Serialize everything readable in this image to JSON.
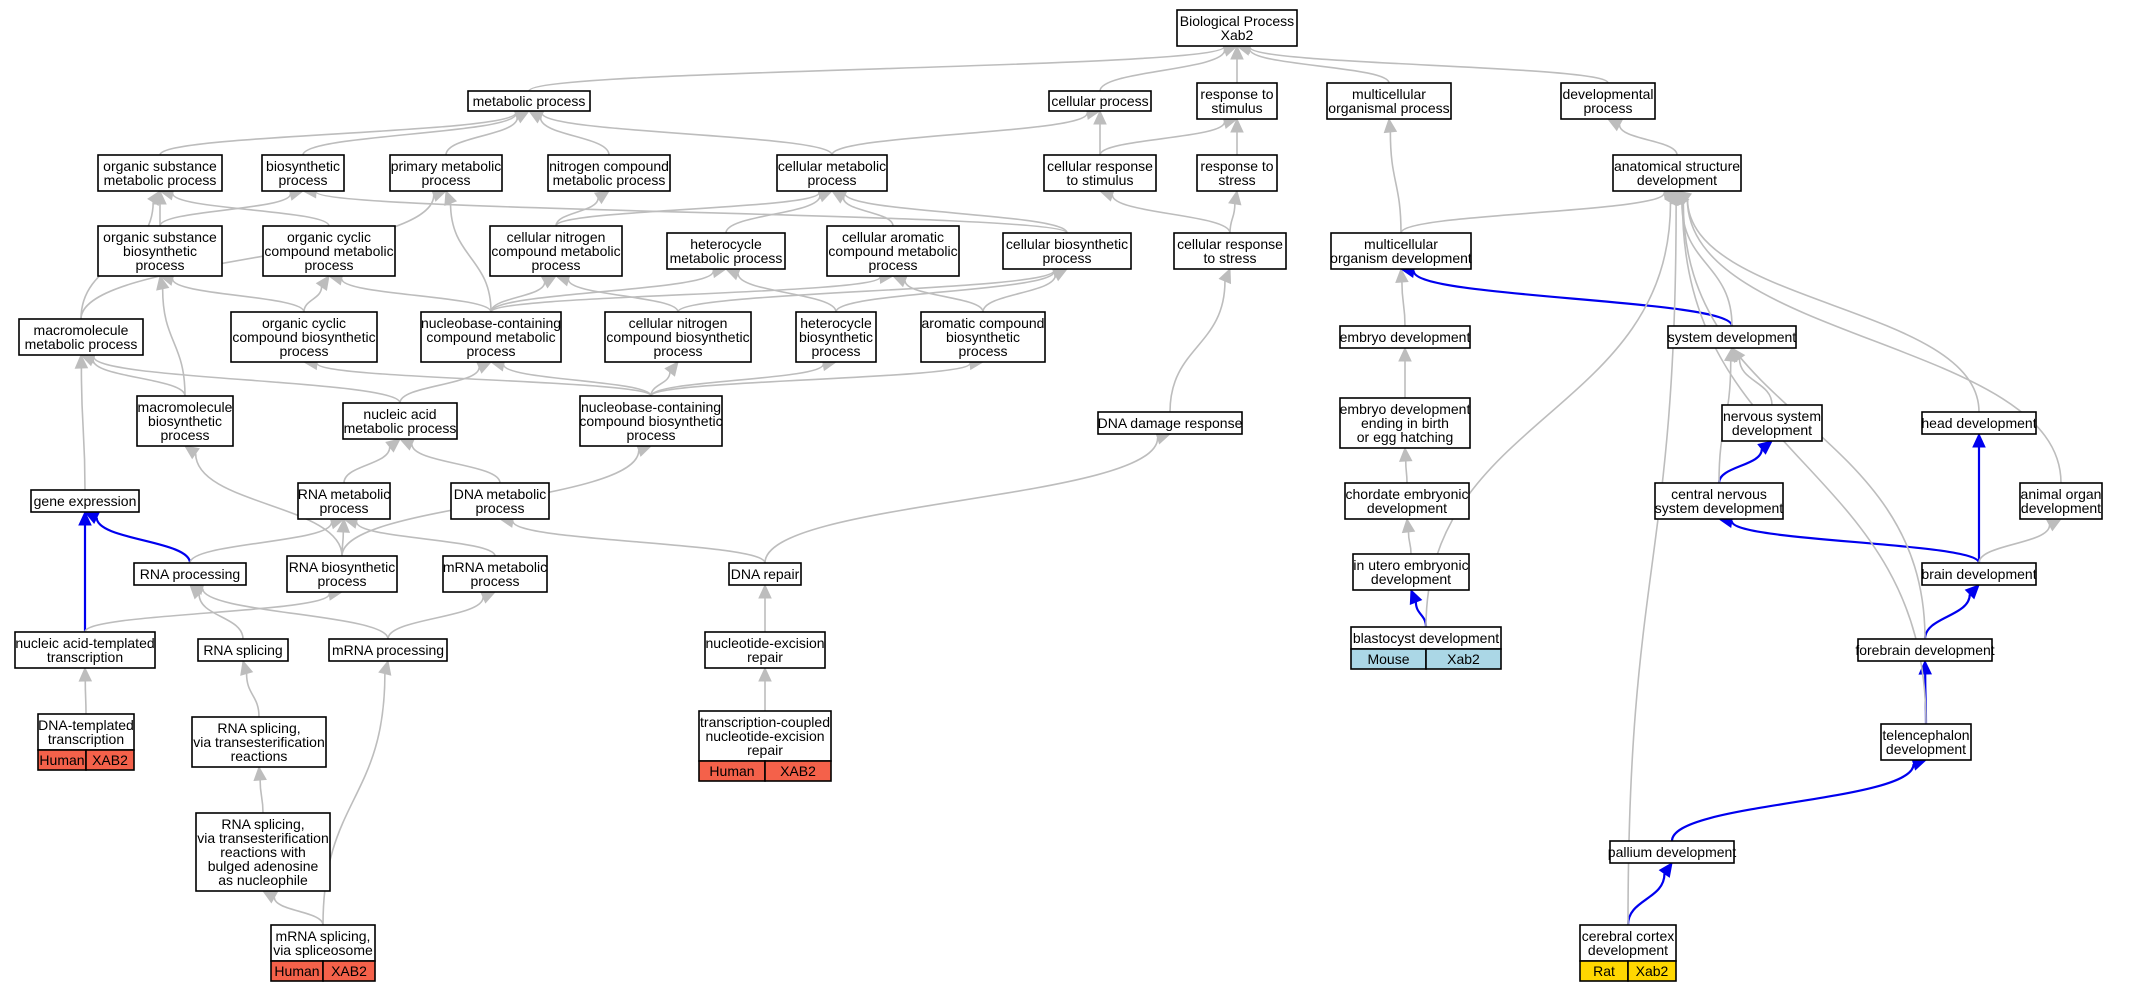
{
  "colors": {
    "gray_edge": "#bdbdbd",
    "blue_edge": "#0000ee",
    "human": "#f4614a",
    "mouse": "#abd7e6",
    "rat": "#ffd700"
  },
  "nodes": [
    {
      "id": "bp",
      "lines": [
        "Biological Process",
        "Xab2"
      ]
    },
    {
      "id": "metabolic",
      "lines": [
        "metabolic process"
      ]
    },
    {
      "id": "cellular",
      "lines": [
        "cellular process"
      ]
    },
    {
      "id": "response_stimulus",
      "lines": [
        "response to",
        "stimulus"
      ]
    },
    {
      "id": "multicellular_org_proc",
      "lines": [
        "multicellular",
        "organismal process"
      ]
    },
    {
      "id": "developmental",
      "lines": [
        "developmental",
        "process"
      ]
    },
    {
      "id": "org_subst_metab",
      "lines": [
        "organic substance",
        "metabolic process"
      ]
    },
    {
      "id": "biosynthetic",
      "lines": [
        "biosynthetic",
        "process"
      ]
    },
    {
      "id": "primary_metab",
      "lines": [
        "primary metabolic",
        "process"
      ]
    },
    {
      "id": "nitrogen_compound",
      "lines": [
        "nitrogen compound",
        "metabolic process"
      ]
    },
    {
      "id": "cellular_metab",
      "lines": [
        "cellular metabolic",
        "process"
      ]
    },
    {
      "id": "cell_resp_stimulus",
      "lines": [
        "cellular response",
        "to stimulus"
      ]
    },
    {
      "id": "response_stress",
      "lines": [
        "response to",
        "stress"
      ]
    },
    {
      "id": "anat_struct_dev",
      "lines": [
        "anatomical structure",
        "development"
      ]
    },
    {
      "id": "org_subst_biosyn",
      "lines": [
        "organic substance",
        "biosynthetic",
        "process"
      ]
    },
    {
      "id": "org_cyclic_metab",
      "lines": [
        "organic cyclic",
        "compound metabolic",
        "process"
      ]
    },
    {
      "id": "cell_nitrogen_metab",
      "lines": [
        "cellular nitrogen",
        "compound metabolic",
        "process"
      ]
    },
    {
      "id": "heterocycle_metab",
      "lines": [
        "heterocycle",
        "metabolic process"
      ]
    },
    {
      "id": "cell_aromatic_metab",
      "lines": [
        "cellular aromatic",
        "compound metabolic",
        "process"
      ]
    },
    {
      "id": "cell_biosyn",
      "lines": [
        "cellular biosynthetic",
        "process"
      ]
    },
    {
      "id": "cell_resp_stress",
      "lines": [
        "cellular response",
        "to stress"
      ]
    },
    {
      "id": "multicell_org_dev",
      "lines": [
        "multicellular",
        "organism development"
      ]
    },
    {
      "id": "macromol_metab",
      "lines": [
        "macromolecule",
        "metabolic process"
      ]
    },
    {
      "id": "org_cyclic_biosyn",
      "lines": [
        "organic cyclic",
        "compound biosynthetic",
        "process"
      ]
    },
    {
      "id": "nucleobase_metab",
      "lines": [
        "nucleobase-containing",
        "compound metabolic",
        "process"
      ]
    },
    {
      "id": "cell_nitrogen_biosyn",
      "lines": [
        "cellular nitrogen",
        "compound biosynthetic",
        "process"
      ]
    },
    {
      "id": "heterocycle_biosyn",
      "lines": [
        "heterocycle",
        "biosynthetic",
        "process"
      ]
    },
    {
      "id": "aromatic_biosyn",
      "lines": [
        "aromatic compound",
        "biosynthetic",
        "process"
      ]
    },
    {
      "id": "embryo_dev",
      "lines": [
        "embryo development"
      ]
    },
    {
      "id": "system_dev",
      "lines": [
        "system development"
      ]
    },
    {
      "id": "macromol_biosyn",
      "lines": [
        "macromolecule",
        "biosynthetic",
        "process"
      ]
    },
    {
      "id": "nucleic_acid_metab",
      "lines": [
        "nucleic acid",
        "metabolic process"
      ]
    },
    {
      "id": "nucleobase_biosyn",
      "lines": [
        "nucleobase-containing",
        "compound biosynthetic",
        "process"
      ]
    },
    {
      "id": "dna_damage",
      "lines": [
        "DNA damage response"
      ]
    },
    {
      "id": "embryo_dev_birth",
      "lines": [
        "embryo development",
        "ending in birth",
        "or egg hatching"
      ]
    },
    {
      "id": "nervous_sys_dev",
      "lines": [
        "nervous system",
        "development"
      ]
    },
    {
      "id": "head_dev",
      "lines": [
        "head development"
      ]
    },
    {
      "id": "gene_expression",
      "lines": [
        "gene expression"
      ]
    },
    {
      "id": "rna_metab",
      "lines": [
        "RNA metabolic",
        "process"
      ]
    },
    {
      "id": "dna_metab",
      "lines": [
        "DNA metabolic",
        "process"
      ]
    },
    {
      "id": "chordate_embryonic",
      "lines": [
        "chordate embryonic",
        "development"
      ]
    },
    {
      "id": "cns_dev",
      "lines": [
        "central nervous",
        "system development"
      ]
    },
    {
      "id": "animal_organ_dev",
      "lines": [
        "animal organ",
        "development"
      ]
    },
    {
      "id": "rna_processing",
      "lines": [
        "RNA processing"
      ]
    },
    {
      "id": "rna_biosyn",
      "lines": [
        "RNA biosynthetic",
        "process"
      ]
    },
    {
      "id": "mrna_metab",
      "lines": [
        "mRNA metabolic",
        "process"
      ]
    },
    {
      "id": "dna_repair",
      "lines": [
        "DNA repair"
      ]
    },
    {
      "id": "in_utero",
      "lines": [
        "in utero embryonic",
        "development"
      ]
    },
    {
      "id": "brain_dev",
      "lines": [
        "brain development"
      ]
    },
    {
      "id": "nucleic_templated",
      "lines": [
        "nucleic acid-templated",
        "transcription"
      ]
    },
    {
      "id": "rna_splicing",
      "lines": [
        "RNA splicing"
      ]
    },
    {
      "id": "mrna_processing",
      "lines": [
        "mRNA processing"
      ]
    },
    {
      "id": "nucleotide_excision",
      "lines": [
        "nucleotide-excision",
        "repair"
      ]
    },
    {
      "id": "blastocyst",
      "lines": [
        "blastocyst development"
      ],
      "annotation": {
        "species": "Mouse",
        "gene": "Xab2",
        "color": "#abd7e6"
      }
    },
    {
      "id": "forebrain_dev",
      "lines": [
        "forebrain development"
      ]
    },
    {
      "id": "dna_templated",
      "lines": [
        "DNA-templated",
        "transcription"
      ],
      "annotation": {
        "species": "Human",
        "gene": "XAB2",
        "color": "#f4614a"
      }
    },
    {
      "id": "rna_splicing_trans",
      "lines": [
        "RNA splicing,",
        "via transesterification",
        "reactions"
      ]
    },
    {
      "id": "tc_ner",
      "lines": [
        "transcription-coupled",
        "nucleotide-excision",
        "repair"
      ],
      "annotation": {
        "species": "Human",
        "gene": "XAB2",
        "color": "#f4614a"
      }
    },
    {
      "id": "telencephalon_dev",
      "lines": [
        "telencephalon",
        "development"
      ]
    },
    {
      "id": "rna_splicing_bulged",
      "lines": [
        "RNA splicing,",
        "via transesterification",
        "reactions with",
        "bulged adenosine",
        "as nucleophile"
      ]
    },
    {
      "id": "pallium_dev",
      "lines": [
        "pallium development"
      ]
    },
    {
      "id": "mrna_splicing",
      "lines": [
        "mRNA splicing,",
        "via spliceosome"
      ],
      "annotation": {
        "species": "Human",
        "gene": "XAB2",
        "color": "#f4614a"
      }
    },
    {
      "id": "cerebral_cortex_dev",
      "lines": [
        "cerebral cortex",
        "development"
      ],
      "annotation": {
        "species": "Rat",
        "gene": "Xab2",
        "color": "#ffd700"
      }
    }
  ],
  "edges": [
    {
      "from": "metabolic",
      "to": "bp",
      "color": "gray"
    },
    {
      "from": "cellular",
      "to": "bp",
      "color": "gray"
    },
    {
      "from": "response_stimulus",
      "to": "bp",
      "color": "gray"
    },
    {
      "from": "multicellular_org_proc",
      "to": "bp",
      "color": "gray"
    },
    {
      "from": "developmental",
      "to": "bp",
      "color": "gray"
    },
    {
      "from": "org_subst_metab",
      "to": "metabolic",
      "color": "gray"
    },
    {
      "from": "biosynthetic",
      "to": "metabolic",
      "color": "gray"
    },
    {
      "from": "primary_metab",
      "to": "metabolic",
      "color": "gray"
    },
    {
      "from": "nitrogen_compound",
      "to": "metabolic",
      "color": "gray"
    },
    {
      "from": "cellular_metab",
      "to": "metabolic",
      "color": "gray"
    },
    {
      "from": "cellular_metab",
      "to": "cellular",
      "color": "gray"
    },
    {
      "from": "cell_resp_stimulus",
      "to": "cellular",
      "color": "gray"
    },
    {
      "from": "cell_resp_stimulus",
      "to": "response_stimulus",
      "color": "gray"
    },
    {
      "from": "response_stress",
      "to": "response_stimulus",
      "color": "gray"
    },
    {
      "from": "anat_struct_dev",
      "to": "developmental",
      "color": "gray"
    },
    {
      "from": "org_subst_biosyn",
      "to": "org_subst_metab",
      "color": "gray"
    },
    {
      "from": "org_subst_biosyn",
      "to": "biosynthetic",
      "color": "gray"
    },
    {
      "from": "org_cyclic_metab",
      "to": "org_subst_metab",
      "color": "gray"
    },
    {
      "from": "cell_nitrogen_metab",
      "to": "nitrogen_compound",
      "color": "gray"
    },
    {
      "from": "cell_nitrogen_metab",
      "to": "cellular_metab",
      "color": "gray"
    },
    {
      "from": "heterocycle_metab",
      "to": "cellular_metab",
      "color": "gray"
    },
    {
      "from": "cell_aromatic_metab",
      "to": "cellular_metab",
      "color": "gray"
    },
    {
      "from": "cell_biosyn",
      "to": "cellular_metab",
      "color": "gray"
    },
    {
      "from": "cell_biosyn",
      "to": "biosynthetic",
      "color": "gray"
    },
    {
      "from": "cell_resp_stress",
      "to": "cell_resp_stimulus",
      "color": "gray"
    },
    {
      "from": "cell_resp_stress",
      "to": "response_stress",
      "color": "gray"
    },
    {
      "from": "multicell_org_dev",
      "to": "multicellular_org_proc",
      "color": "gray"
    },
    {
      "from": "multicell_org_dev",
      "to": "anat_struct_dev",
      "color": "gray"
    },
    {
      "from": "macromol_metab",
      "to": "org_subst_metab",
      "color": "gray"
    },
    {
      "from": "macromol_metab",
      "to": "primary_metab",
      "color": "gray"
    },
    {
      "from": "org_cyclic_biosyn",
      "to": "org_cyclic_metab",
      "color": "gray"
    },
    {
      "from": "org_cyclic_biosyn",
      "to": "org_subst_biosyn",
      "color": "gray"
    },
    {
      "from": "nucleobase_metab",
      "to": "org_cyclic_metab",
      "color": "gray"
    },
    {
      "from": "nucleobase_metab",
      "to": "cell_nitrogen_metab",
      "color": "gray"
    },
    {
      "from": "nucleobase_metab",
      "to": "heterocycle_metab",
      "color": "gray"
    },
    {
      "from": "nucleobase_metab",
      "to": "cell_aromatic_metab",
      "color": "gray"
    },
    {
      "from": "nucleobase_metab",
      "to": "primary_metab",
      "color": "gray"
    },
    {
      "from": "cell_nitrogen_biosyn",
      "to": "cell_nitrogen_metab",
      "color": "gray"
    },
    {
      "from": "cell_nitrogen_biosyn",
      "to": "cell_biosyn",
      "color": "gray"
    },
    {
      "from": "heterocycle_biosyn",
      "to": "heterocycle_metab",
      "color": "gray"
    },
    {
      "from": "heterocycle_biosyn",
      "to": "cell_biosyn",
      "color": "gray"
    },
    {
      "from": "aromatic_biosyn",
      "to": "cell_aromatic_metab",
      "color": "gray"
    },
    {
      "from": "aromatic_biosyn",
      "to": "cell_biosyn",
      "color": "gray"
    },
    {
      "from": "embryo_dev",
      "to": "multicell_org_dev",
      "color": "gray"
    },
    {
      "from": "system_dev",
      "to": "multicell_org_dev",
      "color": "blue"
    },
    {
      "from": "system_dev",
      "to": "anat_struct_dev",
      "color": "gray"
    },
    {
      "from": "macromol_biosyn",
      "to": "macromol_metab",
      "color": "gray"
    },
    {
      "from": "macromol_biosyn",
      "to": "org_subst_biosyn",
      "color": "gray"
    },
    {
      "from": "nucleic_acid_metab",
      "to": "macromol_metab",
      "color": "gray"
    },
    {
      "from": "nucleic_acid_metab",
      "to": "nucleobase_metab",
      "color": "gray"
    },
    {
      "from": "nucleobase_biosyn",
      "to": "nucleobase_metab",
      "color": "gray"
    },
    {
      "from": "nucleobase_biosyn",
      "to": "org_cyclic_biosyn",
      "color": "gray"
    },
    {
      "from": "nucleobase_biosyn",
      "to": "cell_nitrogen_biosyn",
      "color": "gray"
    },
    {
      "from": "nucleobase_biosyn",
      "to": "heterocycle_biosyn",
      "color": "gray"
    },
    {
      "from": "nucleobase_biosyn",
      "to": "aromatic_biosyn",
      "color": "gray"
    },
    {
      "from": "dna_damage",
      "to": "cell_resp_stress",
      "color": "gray"
    },
    {
      "from": "embryo_dev_birth",
      "to": "embryo_dev",
      "color": "gray"
    },
    {
      "from": "nervous_sys_dev",
      "to": "system_dev",
      "color": "gray"
    },
    {
      "from": "head_dev",
      "to": "anat_struct_dev",
      "color": "gray"
    },
    {
      "from": "gene_expression",
      "to": "macromol_metab",
      "color": "gray"
    },
    {
      "from": "rna_metab",
      "to": "nucleic_acid_metab",
      "color": "gray"
    },
    {
      "from": "dna_metab",
      "to": "nucleic_acid_metab",
      "color": "gray"
    },
    {
      "from": "chordate_embryonic",
      "to": "embryo_dev_birth",
      "color": "gray"
    },
    {
      "from": "cns_dev",
      "to": "nervous_sys_dev",
      "color": "blue"
    },
    {
      "from": "cns_dev",
      "to": "system_dev",
      "color": "gray"
    },
    {
      "from": "animal_organ_dev",
      "to": "anat_struct_dev",
      "color": "gray"
    },
    {
      "from": "rna_processing",
      "to": "gene_expression",
      "color": "blue"
    },
    {
      "from": "rna_processing",
      "to": "rna_metab",
      "color": "gray"
    },
    {
      "from": "rna_biosyn",
      "to": "rna_metab",
      "color": "gray"
    },
    {
      "from": "rna_biosyn",
      "to": "nucleobase_biosyn",
      "color": "gray"
    },
    {
      "from": "rna_biosyn",
      "to": "macromol_biosyn",
      "color": "gray"
    },
    {
      "from": "mrna_metab",
      "to": "rna_metab",
      "color": "gray"
    },
    {
      "from": "dna_repair",
      "to": "dna_metab",
      "color": "gray"
    },
    {
      "from": "dna_repair",
      "to": "dna_damage",
      "color": "gray"
    },
    {
      "from": "in_utero",
      "to": "chordate_embryonic",
      "color": "gray"
    },
    {
      "from": "brain_dev",
      "to": "cns_dev",
      "color": "blue"
    },
    {
      "from": "brain_dev",
      "to": "head_dev",
      "color": "blue"
    },
    {
      "from": "brain_dev",
      "to": "animal_organ_dev",
      "color": "gray"
    },
    {
      "from": "nucleic_templated",
      "to": "gene_expression",
      "color": "blue"
    },
    {
      "from": "nucleic_templated",
      "to": "rna_biosyn",
      "color": "gray"
    },
    {
      "from": "rna_splicing",
      "to": "rna_processing",
      "color": "gray"
    },
    {
      "from": "mrna_processing",
      "to": "rna_processing",
      "color": "gray"
    },
    {
      "from": "mrna_processing",
      "to": "mrna_metab",
      "color": "gray"
    },
    {
      "from": "nucleotide_excision",
      "to": "dna_repair",
      "color": "gray"
    },
    {
      "from": "blastocyst",
      "to": "in_utero",
      "color": "blue"
    },
    {
      "from": "blastocyst",
      "to": "anat_struct_dev",
      "color": "gray"
    },
    {
      "from": "forebrain_dev",
      "to": "brain_dev",
      "color": "blue"
    },
    {
      "from": "forebrain_dev",
      "to": "anat_struct_dev",
      "color": "gray"
    },
    {
      "from": "dna_templated",
      "to": "nucleic_templated",
      "color": "gray"
    },
    {
      "from": "rna_splicing_trans",
      "to": "rna_splicing",
      "color": "gray"
    },
    {
      "from": "tc_ner",
      "to": "nucleotide_excision",
      "color": "gray"
    },
    {
      "from": "telencephalon_dev",
      "to": "forebrain_dev",
      "color": "blue"
    },
    {
      "from": "telencephalon_dev",
      "to": "anat_struct_dev",
      "color": "gray"
    },
    {
      "from": "rna_splicing_bulged",
      "to": "rna_splicing_trans",
      "color": "gray"
    },
    {
      "from": "pallium_dev",
      "to": "telencephalon_dev",
      "color": "blue"
    },
    {
      "from": "mrna_splicing",
      "to": "rna_splicing_bulged",
      "color": "gray"
    },
    {
      "from": "mrna_splicing",
      "to": "mrna_processing",
      "color": "gray"
    },
    {
      "from": "cerebral_cortex_dev",
      "to": "pallium_dev",
      "color": "blue"
    },
    {
      "from": "cerebral_cortex_dev",
      "to": "anat_struct_dev",
      "color": "gray"
    }
  ]
}
